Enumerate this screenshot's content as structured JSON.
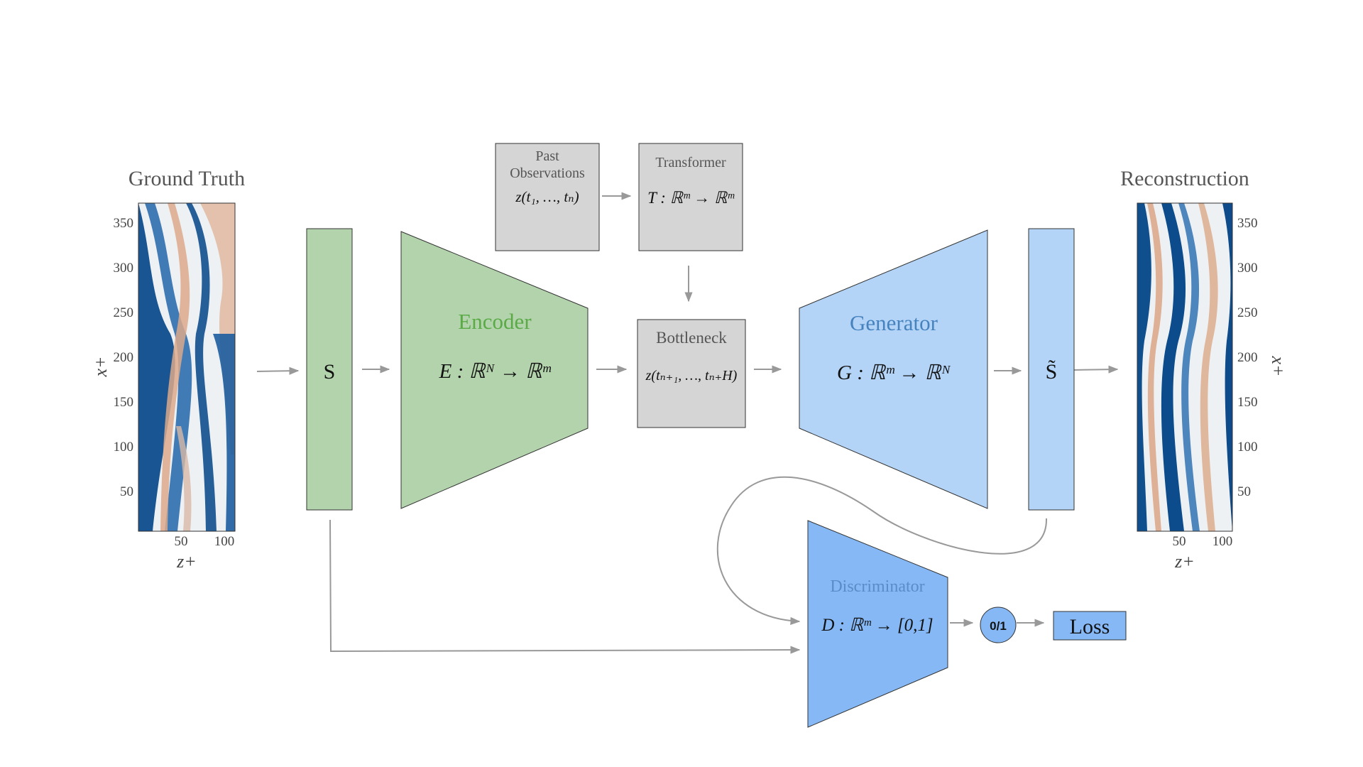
{
  "colors": {
    "encoder_fill": "#b3d3ad",
    "encoder_text": "#5aaa46",
    "generator_fill": "#b3d4f7",
    "generator_text": "#4682be",
    "discriminator_fill": "#86b8f5",
    "discriminator_text": "#5a8cc8",
    "gray_box": "#d5d5d5",
    "arrow": "#999999",
    "field_blue": "#0c4c8c",
    "field_orange": "#d9a88a"
  },
  "ground_truth": {
    "title": "Ground Truth",
    "y_ticks": [
      "350",
      "300",
      "250",
      "200",
      "150",
      "100",
      "50"
    ],
    "x_ticks": [
      "50",
      "100"
    ],
    "ylabel": "x+",
    "xlabel": "z+"
  },
  "reconstruction": {
    "title": "Reconstruction",
    "y_ticks": [
      "350",
      "300",
      "250",
      "200",
      "150",
      "100",
      "50"
    ],
    "x_ticks": [
      "50",
      "100"
    ],
    "ylabel": "x+",
    "xlabel": "z+"
  },
  "s_box": {
    "label": "S"
  },
  "s_tilde_box": {
    "label": "S̃"
  },
  "encoder": {
    "title": "Encoder",
    "equation": "E : ℝᴺ → ℝᵐ"
  },
  "generator": {
    "title": "Generator",
    "equation": "G : ℝᵐ → ℝᴺ"
  },
  "discriminator": {
    "title": "Discriminator",
    "equation": "D : ℝᵐ → [0,1]"
  },
  "past_observations": {
    "line1": "Past",
    "line2": "Observations",
    "equation": "z(t₁, …, tₙ)"
  },
  "transformer": {
    "title": "Transformer",
    "equation": "T : ℝᵐ → ℝᵐ"
  },
  "bottleneck": {
    "title": "Bottleneck",
    "equation": "z(tₙ₊₁, …, tₙ₊H)"
  },
  "output_node": {
    "label": "0/1"
  },
  "loss_box": {
    "label": "Loss"
  }
}
